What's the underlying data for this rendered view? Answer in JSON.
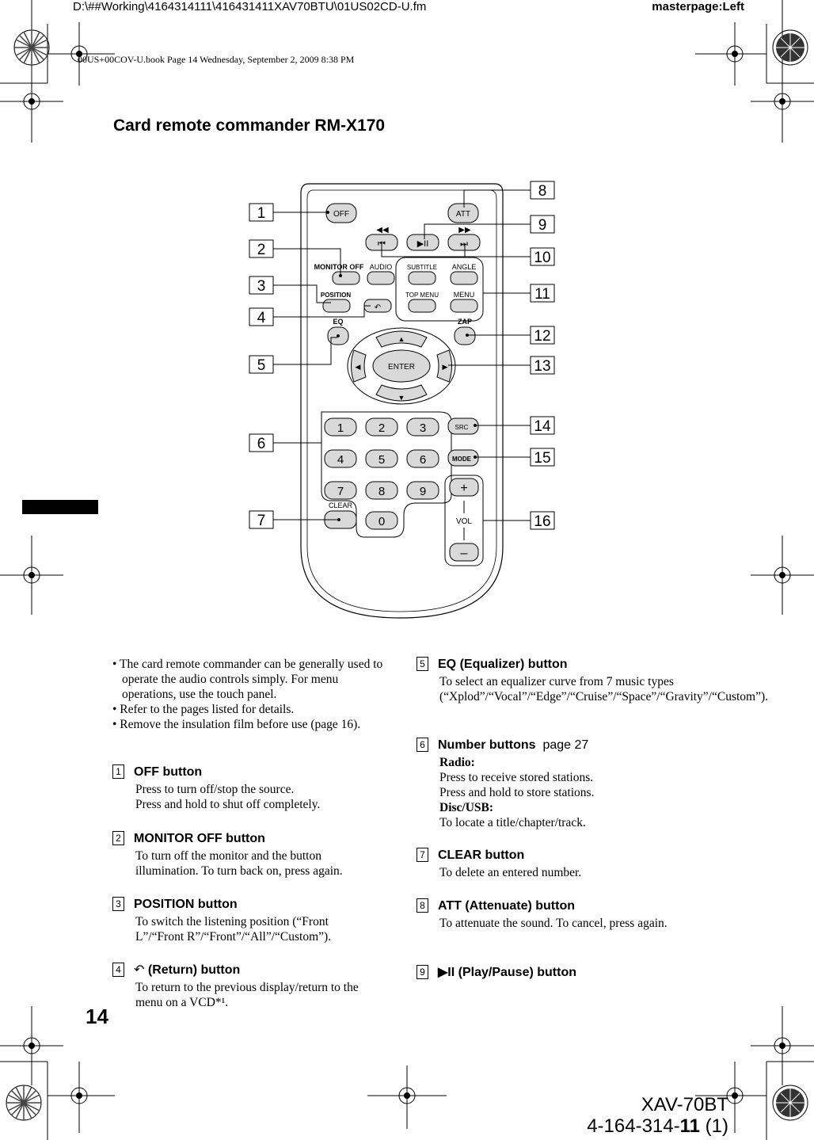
{
  "header": {
    "path": "D:\\##Working\\4164314111\\416431411XAV70BTU\\01US02CD-U.fm",
    "masterpage": "masterpage:Left",
    "book_line": "00US+00COV-U.book  Page 14  Wednesday, September 2, 2009  8:38 PM"
  },
  "title": "Card remote commander RM-X170",
  "remote": {
    "callouts": [
      "1",
      "2",
      "3",
      "4",
      "5",
      "6",
      "7",
      "8",
      "9",
      "10",
      "11",
      "12",
      "13",
      "14",
      "15",
      "16"
    ],
    "buttons": {
      "off": "OFF",
      "att": "ATT",
      "monitor_off": "MONITOR OFF",
      "position": "POSITION",
      "audio": "AUDIO",
      "subtitle": "SUBTITLE",
      "angle": "ANGLE",
      "top_menu": "TOP MENU",
      "menu": "MENU",
      "eq": "EQ",
      "zap": "ZAP",
      "enter": "ENTER",
      "src": "SRC",
      "mode": "MODE",
      "clear": "CLEAR",
      "vol": "VOL",
      "vol_plus": "+",
      "vol_minus": "–",
      "digits": [
        "1",
        "2",
        "3",
        "4",
        "5",
        "6",
        "7",
        "8",
        "9",
        "0"
      ]
    }
  },
  "bullets": [
    "• The card remote commander can be generally used to operate the audio controls simply. For menu operations, use the touch panel.",
    "• Refer to the pages listed for details.",
    "• Remove the insulation film before use (page 16)."
  ],
  "items": [
    {
      "num": "1",
      "head": "OFF button",
      "lines": [
        "Press to turn off/stop the source.",
        "Press and hold to shut off completely."
      ]
    },
    {
      "num": "2",
      "head": "MONITOR OFF button",
      "lines": [
        "To turn off the monitor and the button illumination. To turn back on, press again."
      ]
    },
    {
      "num": "3",
      "head": "POSITION button",
      "lines": [
        "To switch the listening position (“Front L”/“Front R”/“Front”/“All”/“Custom”)."
      ]
    },
    {
      "num": "4",
      "head": "(Return) button",
      "lines": [
        "To return to the previous display/return to the menu on a VCD*¹."
      ]
    },
    {
      "num": "5",
      "head": "EQ (Equalizer) button",
      "lines": [
        "To select an equalizer curve from 7 music types (“Xplod”/“Vocal”/“Edge”/“Cruise”/“Space”/“Gravity”/“Custom”)."
      ]
    },
    {
      "num": "6",
      "head": "Number buttons",
      "ref": "page 27",
      "radio_label": "Radio:",
      "radio_lines": [
        "Press to receive stored stations.",
        "Press and hold to store stations."
      ],
      "disc_label": "Disc/USB:",
      "disc_lines": [
        "To locate a title/chapter/track."
      ]
    },
    {
      "num": "7",
      "head": "CLEAR button",
      "lines": [
        "To delete an entered number."
      ]
    },
    {
      "num": "8",
      "head": "ATT (Attenuate) button",
      "lines": [
        "To attenuate the sound. To cancel, press again."
      ]
    },
    {
      "num": "9",
      "head": "(Play/Pause) button",
      "lines": []
    }
  ],
  "page_number": "14",
  "footer": {
    "model": "XAV-70BT",
    "code_prefix": "4-164-314-",
    "code_bold": "11",
    "code_suffix": " (1)"
  }
}
